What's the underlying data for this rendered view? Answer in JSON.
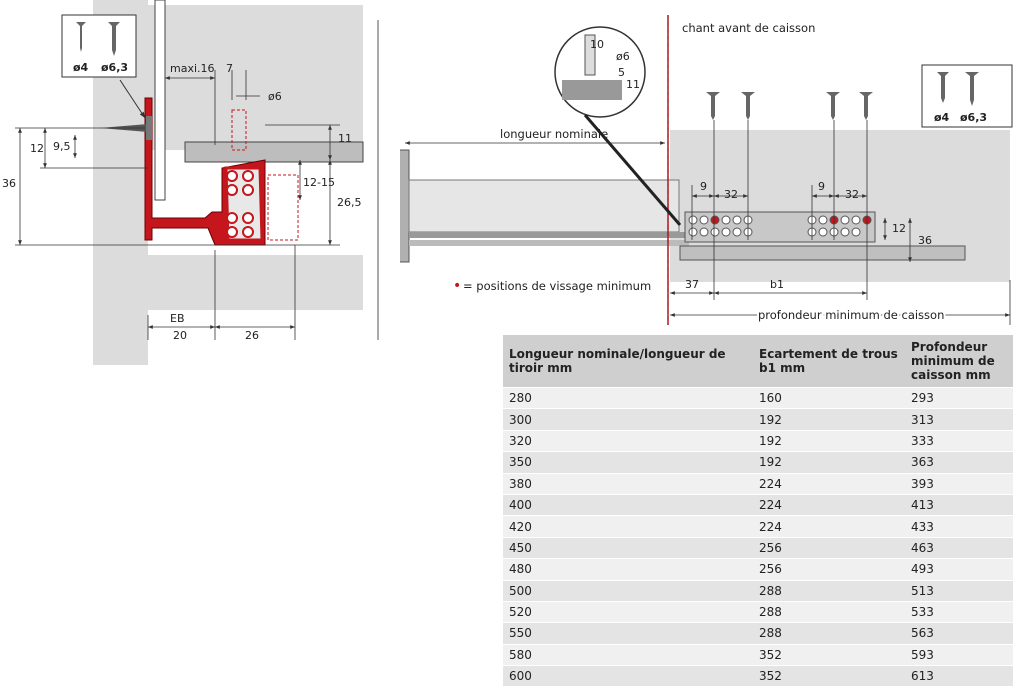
{
  "colors": {
    "red": "#c4161c",
    "gray_light": "#dcdcdc",
    "gray_mid": "#a0a0a0",
    "line": "#333333"
  },
  "left_view": {
    "screw_label_1": "ø4",
    "screw_label_2": "ø6,3",
    "dim_maxi": "maxi.16",
    "dim_7": "7",
    "dim_o6": "ø6",
    "dim_11": "11",
    "dim_12": "12",
    "dim_9_5": "9,5",
    "dim_36": "36",
    "dim_12_15": "12-15",
    "dim_26_5": "26,5",
    "dim_eb": "EB",
    "dim_20": "20",
    "dim_26": "26"
  },
  "right_view": {
    "front_edge_label": "chant avant de caisson",
    "detail_10": "10",
    "detail_o6": "ø6",
    "detail_5": "5",
    "detail_11": "11",
    "nominal_label": "longueur nominale",
    "dim_9a": "9",
    "dim_32a": "32",
    "dim_9b": "9",
    "dim_32b": "32",
    "dim_12": "12",
    "dim_36": "36",
    "dim_37": "37",
    "dim_b1": "b1",
    "depth_label": "profondeur minimum de caisson",
    "legend_bullet": "•",
    "legend_text": "= positions de vissage minimum",
    "screw_label_1": "ø4",
    "screw_label_2": "ø6,3"
  },
  "table": {
    "headers": [
      "Longueur nominale/longueur de tiroir mm",
      "Ecartement de trous b1 mm",
      "Profondeur minimum de caisson mm"
    ],
    "rows": [
      [
        "280",
        "160",
        "293"
      ],
      [
        "300",
        "192",
        "313"
      ],
      [
        "320",
        "192",
        "333"
      ],
      [
        "350",
        "192",
        "363"
      ],
      [
        "380",
        "224",
        "393"
      ],
      [
        "400",
        "224",
        "413"
      ],
      [
        "420",
        "224",
        "433"
      ],
      [
        "450",
        "256",
        "463"
      ],
      [
        "480",
        "256",
        "493"
      ],
      [
        "500",
        "288",
        "513"
      ],
      [
        "520",
        "288",
        "533"
      ],
      [
        "550",
        "288",
        "563"
      ],
      [
        "580",
        "352",
        "593"
      ],
      [
        "600",
        "352",
        "613"
      ]
    ]
  }
}
